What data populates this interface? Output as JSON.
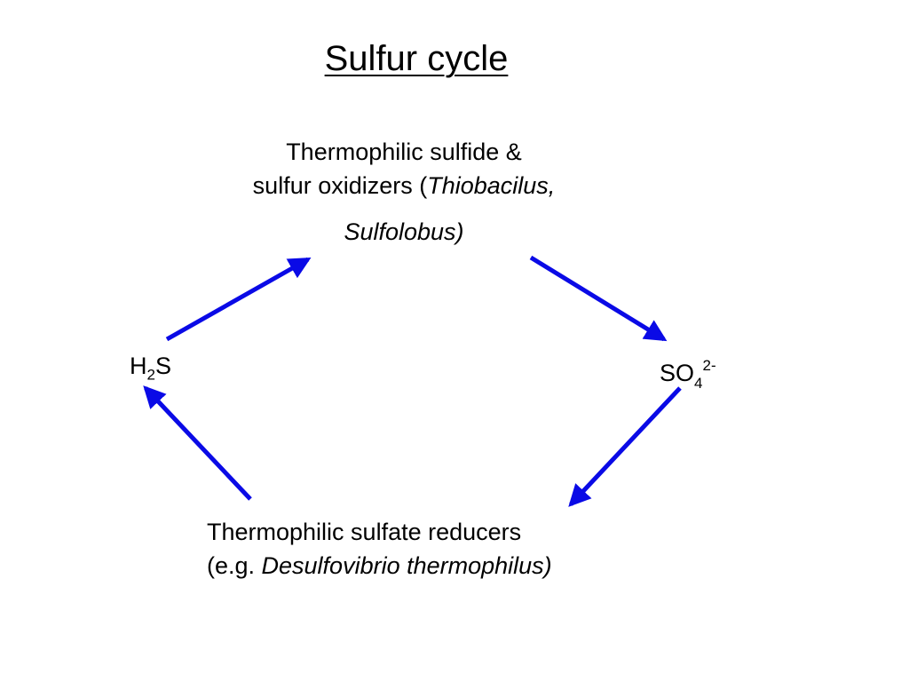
{
  "title": "Sulfur cycle",
  "oxidizers": {
    "line1": "Thermophilic sulfide &",
    "line2_prefix": "sulfur oxidizers (",
    "line2_italic": "Thiobacilus,",
    "line3_italic": "Sulfolobus)"
  },
  "reducers": {
    "line1": "Thermophilic sulfate reducers",
    "line2_prefix": "(e.g. ",
    "line2_italic": "Desulfovibrio thermophilus)"
  },
  "h2s": {
    "base": "H",
    "sub": "2",
    "tail": "S"
  },
  "sulfate": {
    "base": "SO",
    "sub": "4",
    "sup": "2-"
  },
  "colors": {
    "arrow": "#0a0ae6",
    "text": "#000000"
  }
}
